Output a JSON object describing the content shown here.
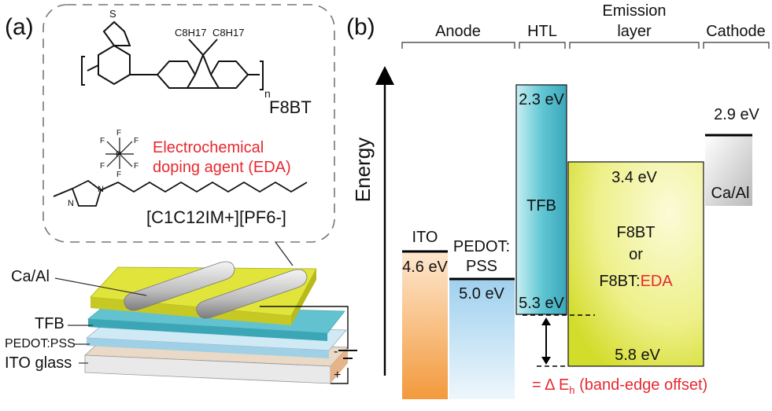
{
  "panel_a": {
    "label": "(a)",
    "polymer_name": "F8BT",
    "polymer_repeat": "n",
    "side_chain": "C8H17",
    "eda_label_line1": "Electrochemical",
    "eda_label_line2": "doping agent (EDA)",
    "formula": "[C1C12IM+][PF6-]",
    "hex_fluoride": "F",
    "phosphorus": "P",
    "nitrogen": "N",
    "sulfur": "S",
    "layers": {
      "cathode": "Ca/Al",
      "htl": "TFB",
      "hil": "PEDOT:PSS",
      "substrate": "ITO glass"
    },
    "battery_minus": "-",
    "battery_plus": "+"
  },
  "panel_b": {
    "label": "(b)",
    "energy_axis": "Energy",
    "headers": {
      "anode": "Anode",
      "htl": "HTL",
      "emission_line1": "Emission",
      "emission_line2": "layer",
      "cathode": "Cathode"
    },
    "ito": {
      "name": "ITO",
      "level": "4.6 eV"
    },
    "pedot": {
      "name_line1": "PEDOT:",
      "name_line2": "PSS",
      "level": "5.0 eV"
    },
    "tfb": {
      "name": "TFB",
      "lumo": "2.3 eV",
      "homo": "5.3 eV"
    },
    "f8bt": {
      "name_line1": "F8BT",
      "name_line2": "or",
      "name_line3a": "F8BT:",
      "name_line3b": "EDA",
      "lumo": "3.4 eV",
      "homo": "5.8 eV"
    },
    "cathode": {
      "name": "Ca/Al",
      "level": "2.9 eV"
    },
    "offset_note": "= Δ E",
    "offset_sub": "h",
    "offset_desc": " (band-edge offset)"
  },
  "colors": {
    "accent_red": "#e8282e",
    "device_yellow": "#e3e63a",
    "tfb_teal": "#4fbccb",
    "ito_orange": "#f39a3c"
  }
}
